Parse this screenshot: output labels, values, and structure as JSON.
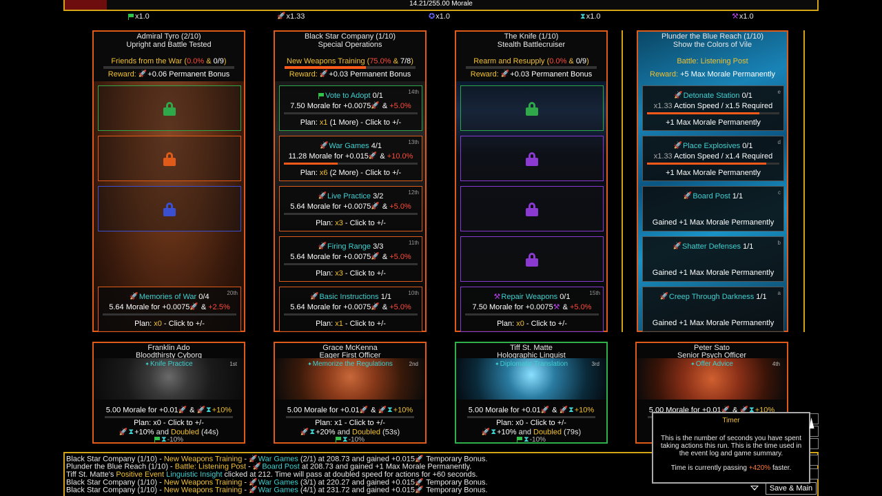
{
  "morale": {
    "text": "14.21/255.00 Morale",
    "fraction": 0.056
  },
  "multipliers": [
    {
      "icon": "flag-icon",
      "value": "x1.0"
    },
    {
      "icon": "rocket-icon",
      "value": "x1.33"
    },
    {
      "icon": "gear-icon",
      "value": "x1.0"
    },
    {
      "icon": "hourglass-icon",
      "value": "x1.0"
    },
    {
      "icon": "hammer-icon",
      "value": "x1.0"
    }
  ],
  "columns": [
    {
      "title": "Admiral Tyro (2/10)",
      "subtitle": "Upright and Battle Tested",
      "goal": "Friends from the War",
      "goal_pct": "0.0%",
      "goal_count": "0/9",
      "goal_fill": 0.0,
      "reward_label": "Reward:",
      "reward_text": "+0.06 Permanent Bonus",
      "slots": [
        {
          "state": "locked",
          "color": "#2fa84a"
        },
        {
          "state": "locked",
          "color": "#e05a1a"
        },
        {
          "state": "locked",
          "color": "#3a50d0"
        },
        {
          "state": "active",
          "name": "Memories of War",
          "count": "0/4",
          "cost": "5.64 Morale for +0.0075",
          "pct": "+2.5%",
          "plan_label": "Plan:",
          "plan": "x0",
          "plan_rest": "- Click to +/-",
          "order": "20th",
          "color": "#e05a1a",
          "fill": 0.0
        }
      ]
    },
    {
      "title": "Black Star Company (1/10)",
      "subtitle": "Special Operations",
      "goal": "New Weapons Training",
      "goal_pct": "75.0%",
      "goal_count": "7/8",
      "goal_fill": 0.62,
      "reward_label": "Reward:",
      "reward_text": "+0.03 Permanent Bonus",
      "slots": [
        {
          "state": "active",
          "name": "Vote to Adopt",
          "count": "0/1",
          "cost": "7.50 Morale for +0.0075",
          "pct": "+5.0%",
          "plan_label": "Plan:",
          "plan": "x1",
          "plan_rest": "(1 More) - Click to +/-",
          "order": "14th",
          "color": "#2fa84a",
          "fill": 0.0
        },
        {
          "state": "active",
          "name": "War Games",
          "count": "4/1",
          "cost": "11.28 Morale for +0.015",
          "pct": "+10.0%",
          "plan_label": "Plan:",
          "plan": "x6",
          "plan_rest": "(2 More) - Click to +/-",
          "order": "13th",
          "color": "#e05a1a",
          "fill": 0.4
        },
        {
          "state": "active",
          "name": "Live Practice",
          "count": "3/2",
          "cost": "5.64 Morale for +0.0075",
          "pct": "+5.0%",
          "plan_label": "Plan:",
          "plan": "x3",
          "plan_rest": "- Click to +/-",
          "order": "12th",
          "color": "#e05a1a",
          "fill": 0.0
        },
        {
          "state": "active",
          "name": "Firing Range",
          "count": "3/3",
          "cost": "5.64 Morale for +0.0075",
          "pct": "+5.0%",
          "plan_label": "Plan:",
          "plan": "x3",
          "plan_rest": "- Click to +/-",
          "order": "11th",
          "color": "#e05a1a",
          "fill": 0.0
        },
        {
          "state": "active",
          "name": "Basic Instructions",
          "count": "1/1",
          "cost": "5.64 Morale for +0.0075",
          "pct": "+5.0%",
          "plan_label": "Plan:",
          "plan": "x1",
          "plan_rest": "- Click to +/-",
          "order": "10th",
          "color": "#e05a1a",
          "fill": 0.0
        }
      ]
    },
    {
      "title": "The Knife (1/10)",
      "subtitle": "Stealth Battlecruiser",
      "goal": "Rearm and Resupply",
      "goal_pct": "0.0%",
      "goal_count": "0/9",
      "goal_fill": 0.0,
      "reward_label": "Reward:",
      "reward_text": "+0.03 Permanent Bonus",
      "slots": [
        {
          "state": "locked",
          "color": "#2fa84a"
        },
        {
          "state": "locked",
          "color": "#8a3ad0"
        },
        {
          "state": "locked",
          "color": "#8a3ad0"
        },
        {
          "state": "locked",
          "color": "#8a3ad0"
        },
        {
          "state": "active",
          "name": "Repair Weapons",
          "count": "0/1",
          "cost": "7.50 Morale for +0.0075",
          "pct": "+5.0%",
          "plan_label": "Plan:",
          "plan": "x0",
          "plan_rest": "- Click to +/-",
          "order": "15th",
          "color": "#8a3ad0",
          "fill": 0.0
        }
      ]
    },
    {
      "title": "Plunder the Blue Reach (1/10)",
      "subtitle": "Show the Colors of Vile",
      "goal": "Battle: Listening Post",
      "goal_pct": "",
      "goal_count": "",
      "goal_fill": 0.0,
      "reward_label": "Reward:",
      "reward_text": "+5 Max Morale Permanently",
      "slots": [
        {
          "state": "active",
          "name": "Detonate Station",
          "count": "0/1",
          "cost_prefix": "x1.33",
          "cost": "Action Speed / x1.5 Required",
          "result": "+1 Max Morale Permanently",
          "order": "e",
          "color": "#555",
          "fill": 0.85,
          "kind": "battle"
        },
        {
          "state": "active",
          "name": "Place Explosives",
          "count": "0/1",
          "cost_prefix": "x1.33",
          "cost": "Action Speed / x1.4 Required",
          "result": "+1 Max Morale Permanently",
          "order": "d",
          "color": "#555",
          "fill": 0.9,
          "kind": "battle"
        },
        {
          "state": "done",
          "name": "Board Post",
          "count": "1/1",
          "result": "Gained +1 Max Morale Permanently",
          "order": "c",
          "color": "#555"
        },
        {
          "state": "done",
          "name": "Shatter Defenses",
          "count": "1/1",
          "result": "Gained +1 Max Morale Permanently",
          "order": "b",
          "color": "#555"
        },
        {
          "state": "done",
          "name": "Creep Through Darkness",
          "count": "1/1",
          "result": "Gained +1 Max Morale Permanently",
          "order": "a",
          "color": "#555"
        }
      ]
    }
  ],
  "crew": [
    {
      "name": "Franklin Ado",
      "title": "Bloodthirsty Cyborg",
      "skill": "Knife Practice",
      "order": "1st",
      "cost": "5.00 Morale for +0.01",
      "pct": "+10%",
      "plan": "Plan: x0 - Click to +/-",
      "b1_pct": "+10%",
      "b1_mid": "and",
      "b1_dbl": "Doubled",
      "b1_time": "(44s)",
      "b2": "-10%",
      "green": false
    },
    {
      "name": "Grace McKenna",
      "title": "Eager First Officer",
      "skill": "Memorize the Regulations",
      "order": "2nd",
      "cost": "5.00 Morale for +0.01",
      "pct": "+10%",
      "plan": "Plan: x1 - Click to +/-",
      "b1_pct": "+20%",
      "b1_mid": "and",
      "b1_dbl": "Doubled",
      "b1_time": "(53s)",
      "b2": "-10%",
      "green": false
    },
    {
      "name": "Tiff St. Matte",
      "title": "Holographic Linguist",
      "skill": "Diplomatic Translation",
      "order": "3rd",
      "cost": "5.00 Morale for +0.01",
      "pct": "+10%",
      "plan": "Plan: x0 - Click to +/-",
      "b1_pct": "+10%",
      "b1_mid": "and",
      "b1_dbl": "Doubled",
      "b1_time": "(79s)",
      "b2": "-10%",
      "green": true
    },
    {
      "name": "Peter Sato",
      "title": "Senior Psych Officer",
      "skill": "Offer Advice",
      "order": "4th",
      "cost": "5.00 Morale for +0.01",
      "pct": "+10%",
      "plan": "",
      "b1_pct": "",
      "b1_mid": "",
      "b1_dbl": "",
      "b1_time": "",
      "b2": "",
      "green": false
    }
  ],
  "log": [
    [
      "Black Star Company (1/10) - ",
      "New Weapons Training",
      " - ",
      "War Games",
      " (2/1) at 208.73 and gained +0.015",
      " Temporary Bonus."
    ],
    [
      "Plunder the Blue Reach (1/10) - ",
      "Battle: Listening Post",
      " - ",
      "Board Post",
      " at 208.73 and gained +1 Max Morale Permanently.",
      ""
    ],
    [
      "Tiff St. Matte's ",
      "Positive Event",
      " ",
      "Linguistic Insight",
      " clicked at 212.  Time will pass at doubled speed for actions for +60 seconds.",
      ""
    ],
    [
      "Black Star Company (1/10) - ",
      "New Weapons Training",
      " - ",
      "War Games",
      " (3/1) at 220.27 and gained +0.015",
      " Temporary Bonus."
    ],
    [
      "Black Star Company (1/10) - ",
      "New Weapons Training",
      " - ",
      "War Games",
      " (4/1) at 231.72 and gained +0.015",
      " Temporary Bonus."
    ]
  ],
  "save_button": "Save & Main",
  "tooltip": {
    "title": "Timer",
    "body": "This is the number of seconds you have spent taking actions this run.  This is the time used in the event log and game summary.",
    "rate_prefix": "Time is currently passing",
    "rate_pct": "+420%",
    "rate_suffix": "faster."
  },
  "colors": {
    "accent_gold": "#d4a617",
    "border_orange": "#e05a1a",
    "border_green": "#2fb04a",
    "teal": "#3fd0d0",
    "red": "#ff4a3a",
    "yellow": "#f2c230"
  }
}
